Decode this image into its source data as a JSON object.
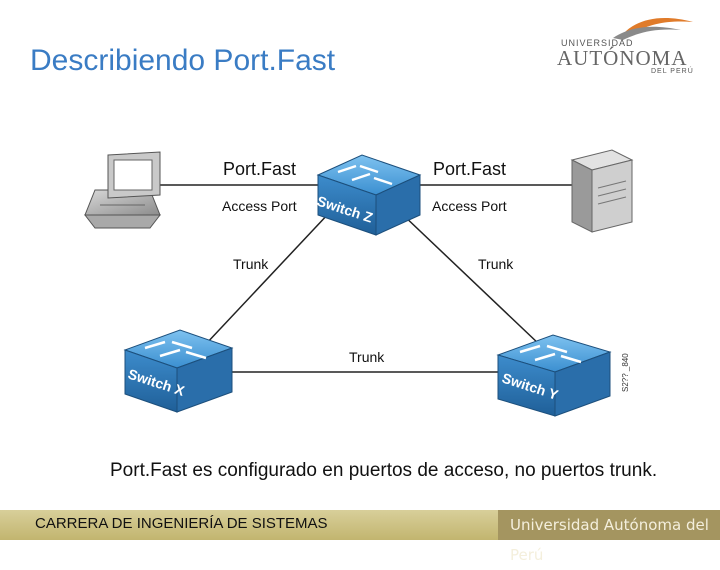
{
  "slide": {
    "title": "Describiendo Port.Fast",
    "caption": "Port.Fast es configurado en puertos de acceso, no puertos trunk."
  },
  "logo": {
    "line1": "UNIVERSIDAD",
    "line2": "AUTÓNOMA",
    "line3": "DEL PERÚ",
    "colors": {
      "swoosh_orange": "#e07b2a",
      "swoosh_gray": "#8a8a8a"
    }
  },
  "diagram": {
    "labels": {
      "portfast_left": "Port.Fast",
      "portfast_right": "Port.Fast",
      "access_left": "Access Port",
      "access_right": "Access Port",
      "trunk_left": "Trunk",
      "trunk_right": "Trunk",
      "trunk_bottom": "Trunk"
    },
    "switches": {
      "z": "Switch Z",
      "x": "Switch X",
      "y": "Switch Y"
    },
    "figure_id": "S2?? _840",
    "colors": {
      "switch_top": "#5aa9e0",
      "switch_side": "#2f79b8",
      "link": "#222222"
    },
    "icons": [
      "pc-icon",
      "server-icon",
      "switch-icon"
    ]
  },
  "footer": {
    "left": "CARRERA DE INGENIERÍA DE SISTEMAS",
    "right": "Universidad Autónoma del Perú"
  }
}
